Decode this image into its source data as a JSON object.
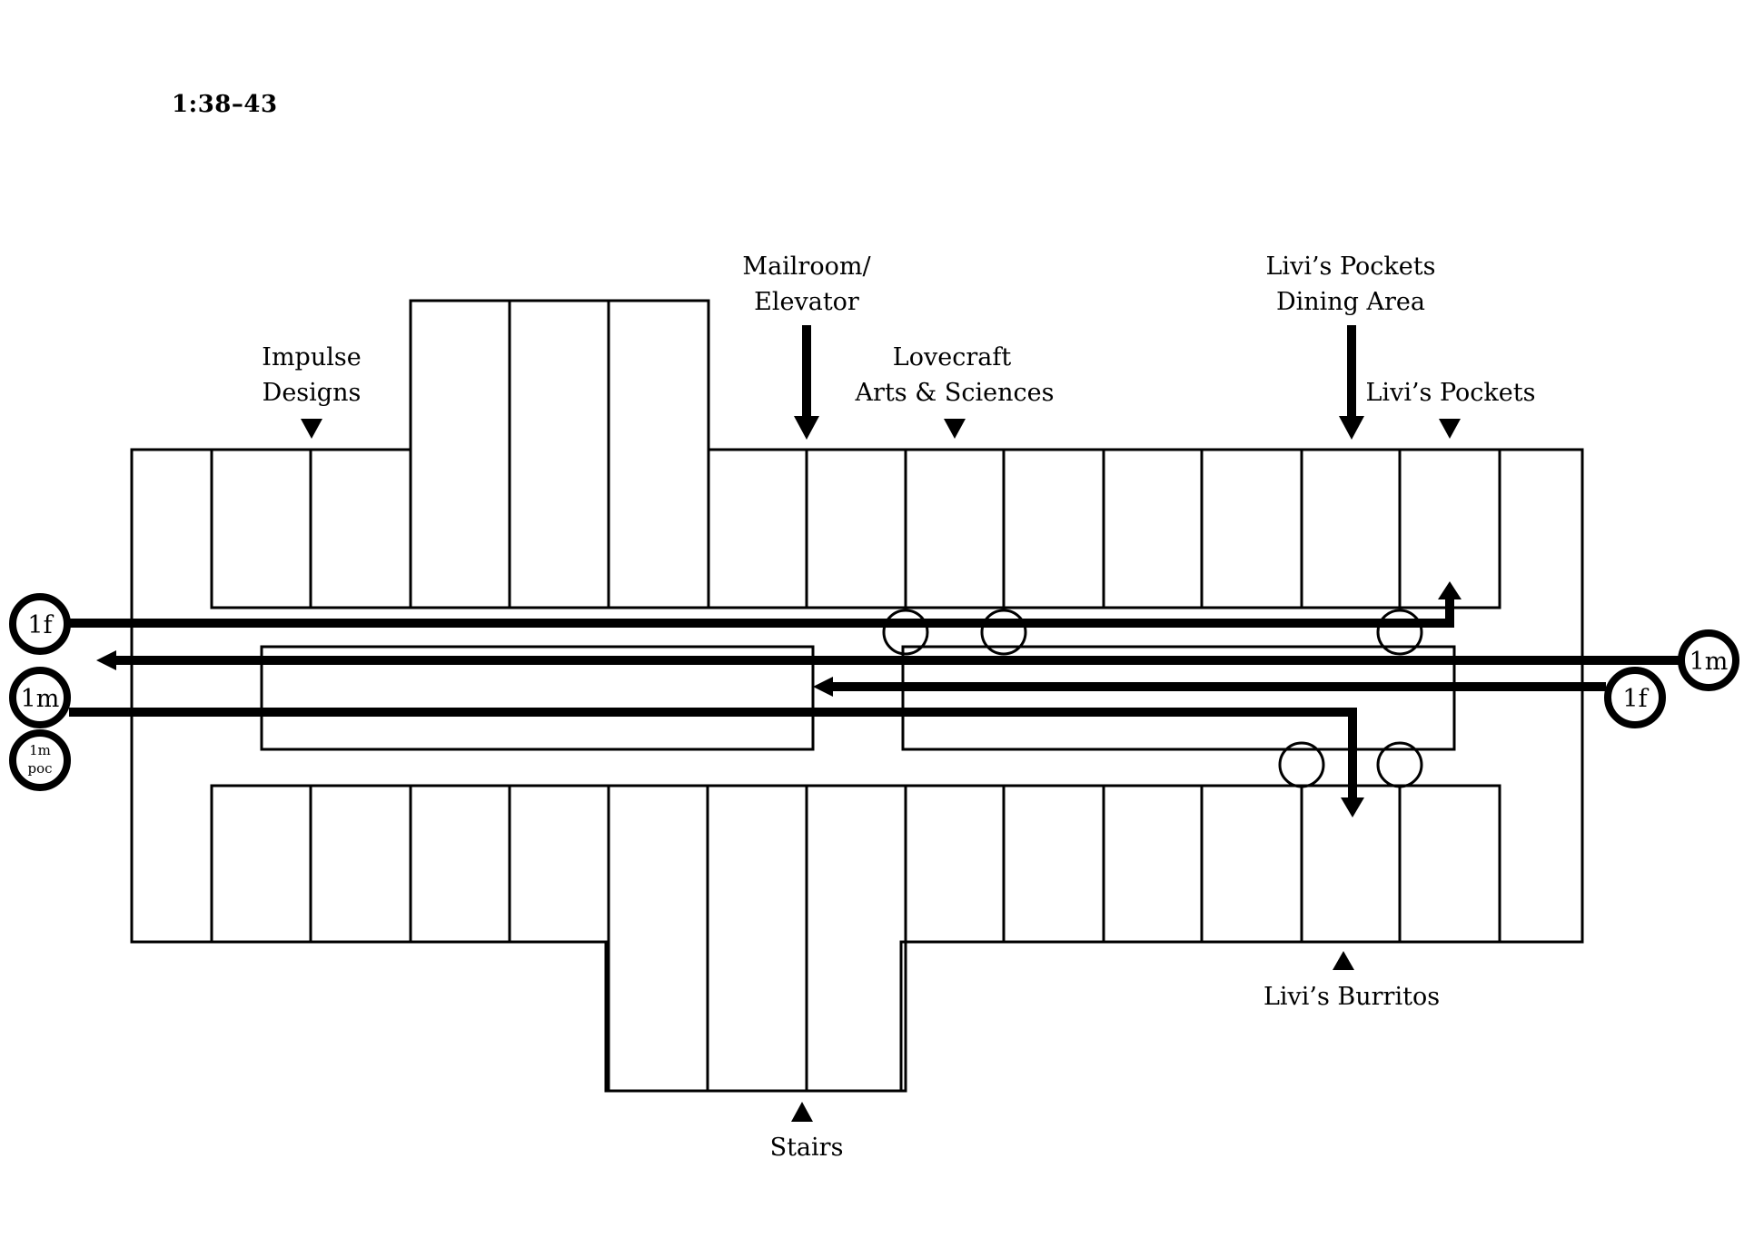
{
  "title": "1:38–43",
  "labels": {
    "impulse_line1": "Impulse",
    "impulse_line2": "Designs",
    "mailroom_line1": "Mailroom/",
    "mailroom_line2": "Elevator",
    "lovecraft_line1": "Lovecraft",
    "lovecraft_line2": "Arts & Sciences",
    "livis_dining_line1": "Livi’s Pockets",
    "livis_dining_line2": "Dining Area",
    "livis_pockets": "Livi’s Pockets",
    "livis_burritos": "Livi’s Burritos",
    "stairs": "Stairs"
  },
  "markers": {
    "left_1f": "1f",
    "left_1m": "1m",
    "left_1m_poc_line1": "1m",
    "left_1m_poc_line2": "poc",
    "right_1m": "1m",
    "right_1f": "1f"
  },
  "routes": [
    {
      "id": "1f-left",
      "from": "1f (left)",
      "to": "Livi’s Pockets",
      "direction": "east then north"
    },
    {
      "id": "1m-right",
      "from": "1m (right)",
      "to": "exit west",
      "direction": "west"
    },
    {
      "id": "1f-right",
      "from": "1f (right)",
      "to": "center island gap",
      "direction": "west"
    },
    {
      "id": "1m-left",
      "from": "1m (left)",
      "to": "Livi’s Burritos",
      "direction": "east then south"
    }
  ],
  "colors": {
    "ink": "#000000",
    "paper": "#ffffff"
  }
}
